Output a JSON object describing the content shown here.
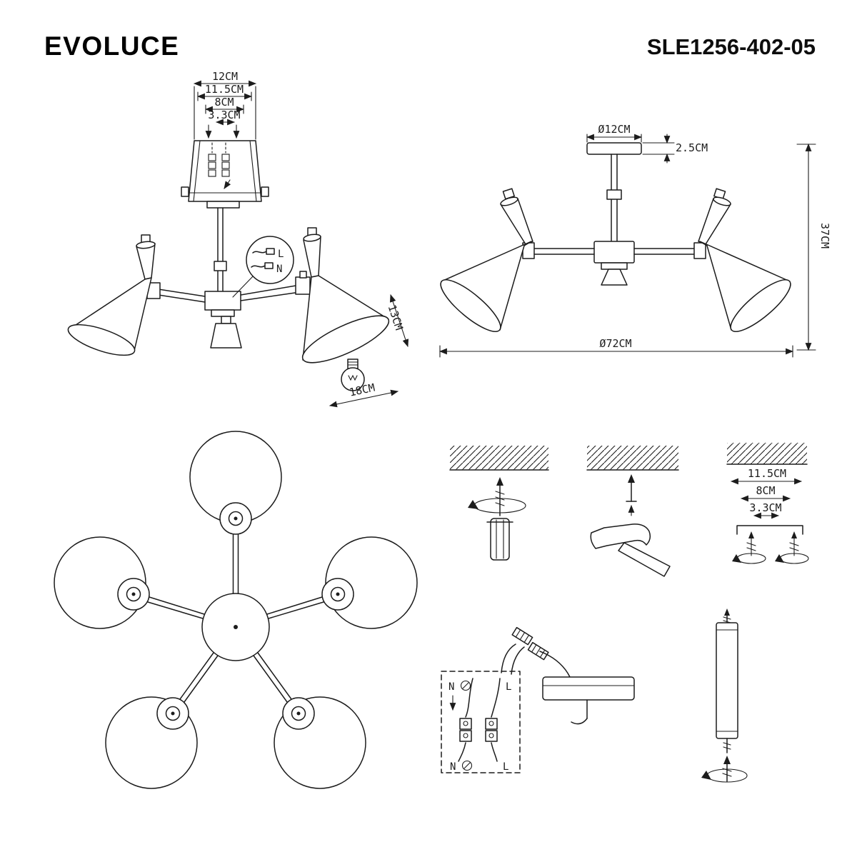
{
  "colors": {
    "ink": "#1c1c1c",
    "paper": "#ffffff"
  },
  "header": {
    "brand": "EVOLUCE",
    "model": "SLE1256-402-05"
  },
  "perspective": {
    "dims": {
      "d12": "12CM",
      "d115": "11.5CM",
      "d8": "8CM",
      "d33": "3.3CM",
      "d13": "13CM",
      "d18": "18CM"
    },
    "wires": {
      "l": "L",
      "n": "N"
    }
  },
  "side": {
    "dims": {
      "canopy_diameter": "Ø12CM",
      "canopy_height": "2.5CM",
      "height": "37CM",
      "diameter": "Ø72CM"
    }
  },
  "install": {
    "bracket": {
      "d115": "11.5CM",
      "d8": "8CM",
      "d33": "3.3CM"
    },
    "wiring": {
      "top_n": "N",
      "top_l": "L",
      "bottom_n": "N",
      "bottom_l": "L"
    }
  }
}
